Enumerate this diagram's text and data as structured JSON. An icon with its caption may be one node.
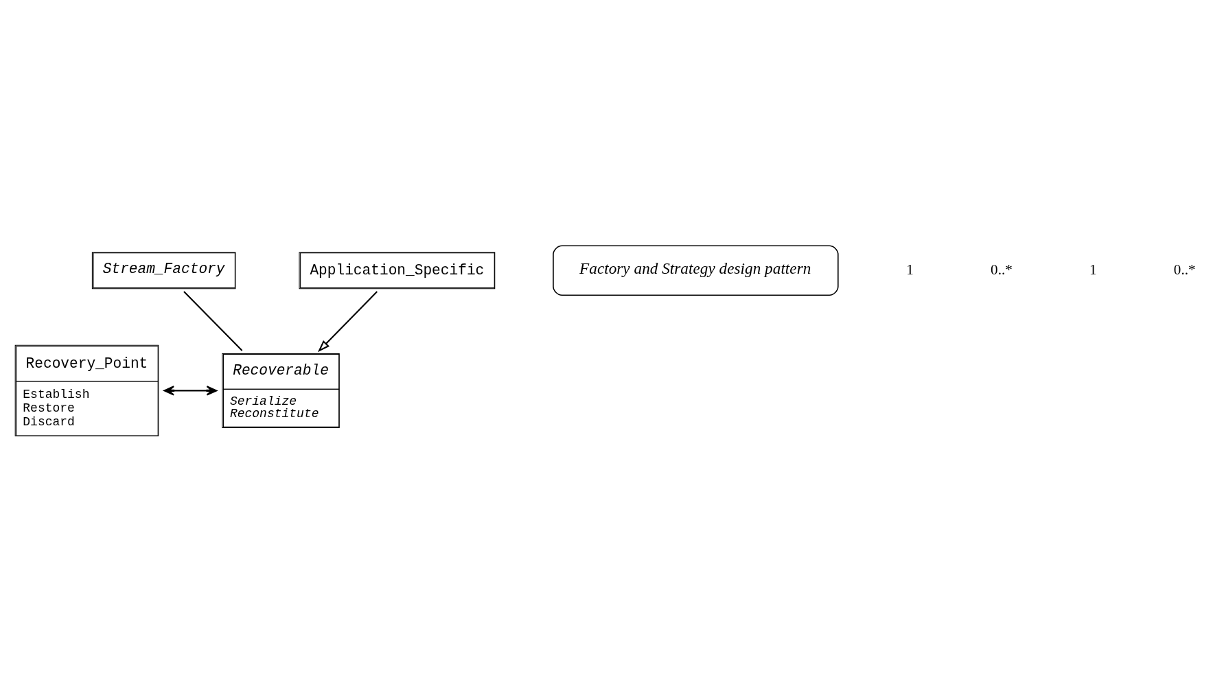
{
  "diagram": {
    "nodes": [
      {
        "text": [
          "Stream_Factory"
        ]
      },
      {
        "text": [
          "Recovery_Point",
          "Establish",
          "Restore",
          "Discard"
        ]
      },
      {
        "text": [
          "Recoverable",
          "Serialize",
          "Reconstitute"
        ]
      },
      {
        "text": [
          "Application_Specific"
        ]
      },
      {
        "text": [
          "Factory and Strategy design pattern"
        ]
      }
    ],
    "edges": [
      {
        "from": 0,
        "to": 2,
        "arrow": "none"
      },
      {
        "from": 1,
        "to": 2,
        "arrow": "both"
      },
      {
        "from": 3,
        "to": 2,
        "arrow": "to"
      }
    ],
    "labels": [
      "1",
      "0..*",
      "1",
      "0..*"
    ]
  }
}
